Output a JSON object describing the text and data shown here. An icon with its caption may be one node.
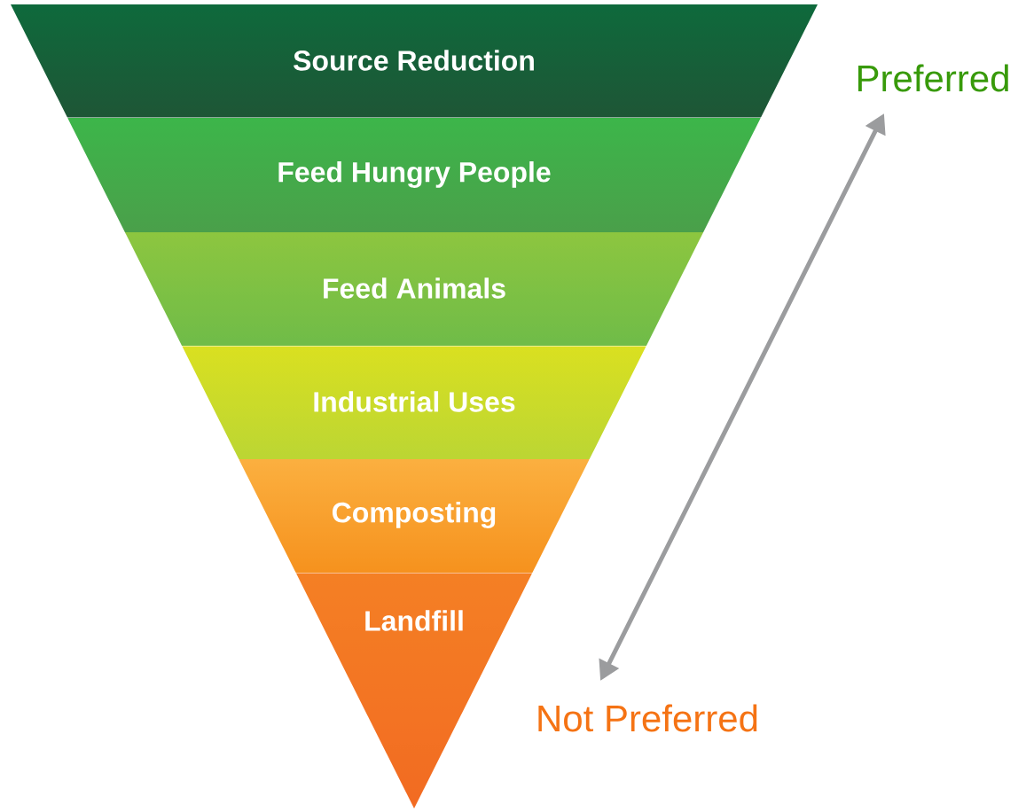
{
  "diagram": {
    "nodes": [
      {
        "text": [
          "Source Reduction"
        ]
      },
      {
        "text": [
          "Feed Hungry People"
        ]
      },
      {
        "text": [
          "Feed Animals"
        ]
      },
      {
        "text": [
          "Industrial Uses"
        ]
      },
      {
        "text": [
          "Composting"
        ]
      },
      {
        "text": [
          "Landfill"
        ]
      }
    ],
    "labels": [
      "Preferred",
      "Not Preferred"
    ]
  }
}
